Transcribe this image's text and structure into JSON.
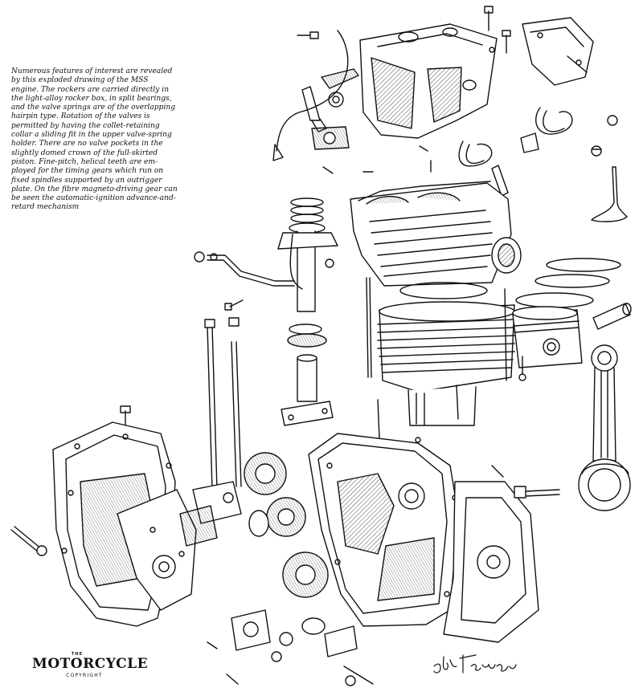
{
  "caption": {
    "lines": [
      "Numerous features of interest are revealed",
      "by this exploded drawing of the MSS",
      "engine. The rockers are carried directly in",
      "the light-alloy rocker box, in split bearings,",
      "and the valve springs are of the overlapping",
      "hairpin type. Rotation of the valves is",
      "permitted by having the collet-retaining",
      "collar a sliding fit in the upper valve-spring",
      "holder. There are no valve pockets in the",
      "slightly domed crown of the full-skirted",
      "piston. Fine-pitch, helical teeth are em-",
      "ployed for the timing gears which run on",
      "fixed spindles supported by an outrigger",
      "plate. On the fibre magneto-driving gear can",
      "be seen the automatic-ignition advance-and-",
      "retard mechanism"
    ]
  },
  "masthead": {
    "the": "THE",
    "title": "MOTORCYCLE",
    "copyright": "COPYRIGHT"
  },
  "signature": "John Ferguson",
  "colors": {
    "ink": "#111111",
    "paper": "#ffffff"
  }
}
